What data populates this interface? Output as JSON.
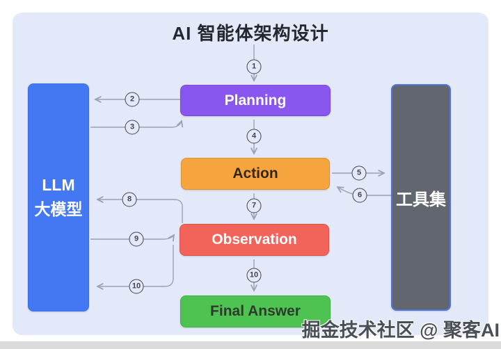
{
  "title": "AI 智能体架构设计",
  "nodes": {
    "llm": {
      "line1": "LLM",
      "line2": "大模型",
      "color": "#4478f2"
    },
    "planning": {
      "label": "Planning",
      "color": "#8a56f0"
    },
    "action": {
      "label": "Action",
      "color": "#f6a53e"
    },
    "observation": {
      "label": "Observation",
      "color": "#f2635a"
    },
    "final_answer": {
      "label": "Final Answer",
      "color": "#4ec351"
    },
    "toolset": {
      "label": "工具集",
      "color": "#61666f"
    }
  },
  "arrows": [
    {
      "label": "1",
      "from": "title",
      "to": "Planning"
    },
    {
      "label": "2",
      "from": "Planning",
      "to": "LLM"
    },
    {
      "label": "3",
      "from": "LLM",
      "to": "Planning"
    },
    {
      "label": "4",
      "from": "Planning",
      "to": "Action"
    },
    {
      "label": "5",
      "from": "Action",
      "to": "工具集"
    },
    {
      "label": "6",
      "from": "工具集",
      "to": "Action"
    },
    {
      "label": "7",
      "from": "Action",
      "to": "Observation"
    },
    {
      "label": "8",
      "from": "Observation",
      "to": "LLM"
    },
    {
      "label": "9",
      "from": "LLM",
      "to": "Observation"
    },
    {
      "label": "10",
      "from": "Observation",
      "to": "LLM"
    },
    {
      "label": "10",
      "from": "Observation",
      "to": "Final Answer"
    }
  ],
  "watermark": "掘金技术社区 @ 聚客AI",
  "colors": {
    "canvas": "#e3e9f8",
    "arrow": "#9aa3b2",
    "title_text": "#23272f"
  }
}
